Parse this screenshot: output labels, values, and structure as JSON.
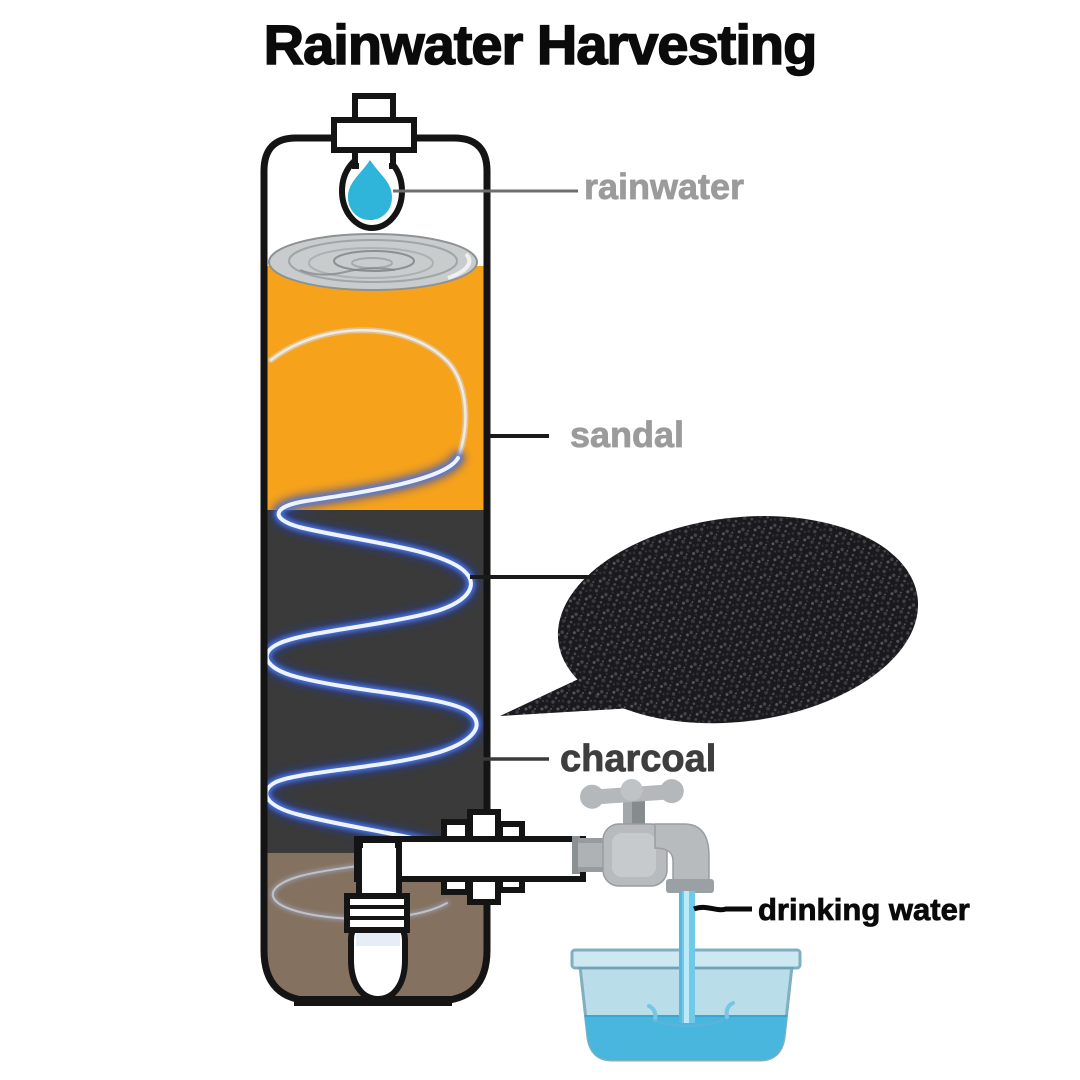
{
  "title": "Rainwater Harvesting",
  "labels": {
    "rainwater": "rainwater",
    "sandal": "sandal",
    "charcoal": "charcoal",
    "drinking_water": "drinking water"
  },
  "colors": {
    "title_text": "#0b0b0b",
    "gray_label": "#9b9b9b",
    "dark_label": "#3e3e3e",
    "black_label": "#0a0a0a",
    "outline_black": "#141414",
    "sandal_layer": "#f6a21b",
    "charcoal_layer": "#3a3a3a",
    "soil_layer": "#847160",
    "rain_droplet": "#2fb4da",
    "coil_blue": "#4d7ae8",
    "charcoal_blob": "#1a1a1d",
    "tap_gray": "#b7bbbd",
    "stream_blue": "#6fc9e8",
    "basin_water": "#49b6de",
    "basin_body": "#b9dde9"
  }
}
